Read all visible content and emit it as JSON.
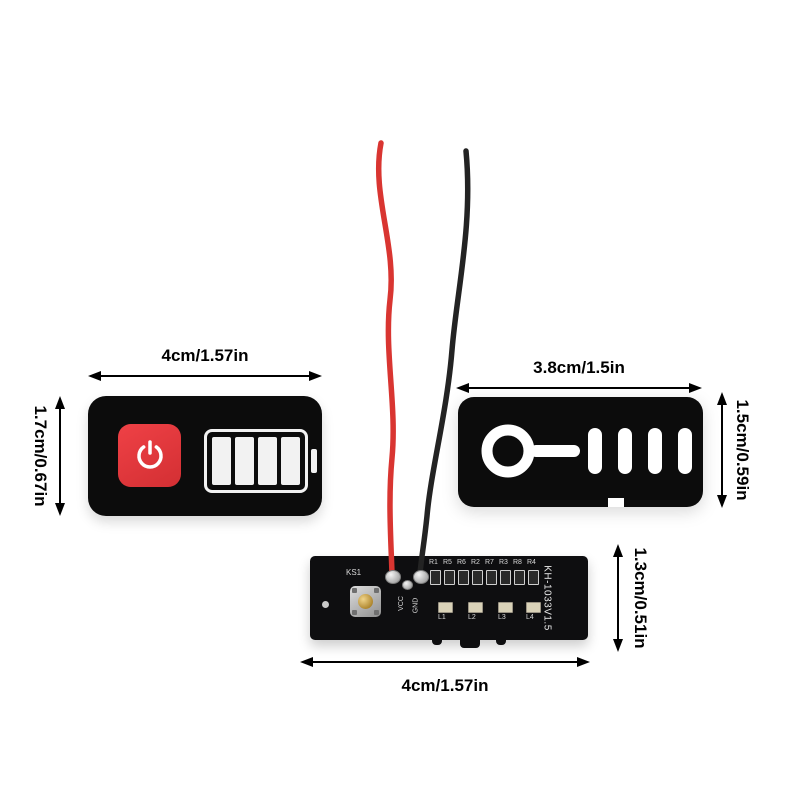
{
  "dimensions": {
    "left_sticker": {
      "width": "4cm/1.57in",
      "height": "1.7cm/0.67in"
    },
    "right_sticker": {
      "width": "3.8cm/1.5in",
      "height": "1.5cm/0.59in"
    },
    "pcb": {
      "width": "4cm/1.57in",
      "height": "1.3cm/0.51in"
    }
  },
  "pcb": {
    "model": "KH-1033V1.5",
    "switch_label": "KS1",
    "vcc_label": "VCC",
    "gnd_label": "GND",
    "resistor_labels": [
      "R1",
      "R5",
      "R6",
      "R2",
      "R7",
      "R3",
      "R8",
      "R4"
    ],
    "led_labels": [
      "L1",
      "L2",
      "L3",
      "L4"
    ]
  },
  "icons": {
    "power_icon": "power-symbol",
    "battery_icon": "battery-4-bars",
    "keyhole_cutout": "power-button-cutout"
  },
  "colors": {
    "background": "#ffffff",
    "sticker_black": "#0c0c0c",
    "power_red": "#e23a3c",
    "wire_red": "#d93531",
    "wire_black": "#232323",
    "pcb_black": "#0e0e10",
    "silkscreen_white": "#e8e8e8",
    "dimension_text": "#000000"
  }
}
